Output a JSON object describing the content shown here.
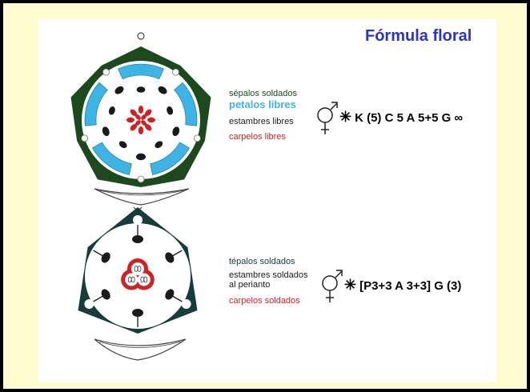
{
  "title": "Fórmula floral",
  "colors": {
    "title": "#2a34c8",
    "sepal": "#1c4a1c",
    "petal": "#3cb4e6",
    "stamen": "#1a1a1a",
    "carpel": "#d42020",
    "tepal": "#163c3c",
    "border": "#000000",
    "slide_bg": "#fffdd0"
  },
  "diagram1": {
    "legend": {
      "sepals": "sépalos soldados",
      "petals": "petalos libres",
      "stamens": "estambres libres",
      "carpels": "carpelos libres"
    },
    "symbol": "⚥",
    "actinomorphic": "✳",
    "formula": "K (5) C 5 A 5+5 G ∞"
  },
  "diagram2": {
    "legend": {
      "tepals": "tépalos soldados",
      "stamens_line1": "estambres soldados",
      "stamens_line2": "al perianto",
      "carpels": "carpelos soldados"
    },
    "symbol": "⚥",
    "actinomorphic": "✳",
    "formula": "[P3+3 A 3+3] G (3)"
  }
}
